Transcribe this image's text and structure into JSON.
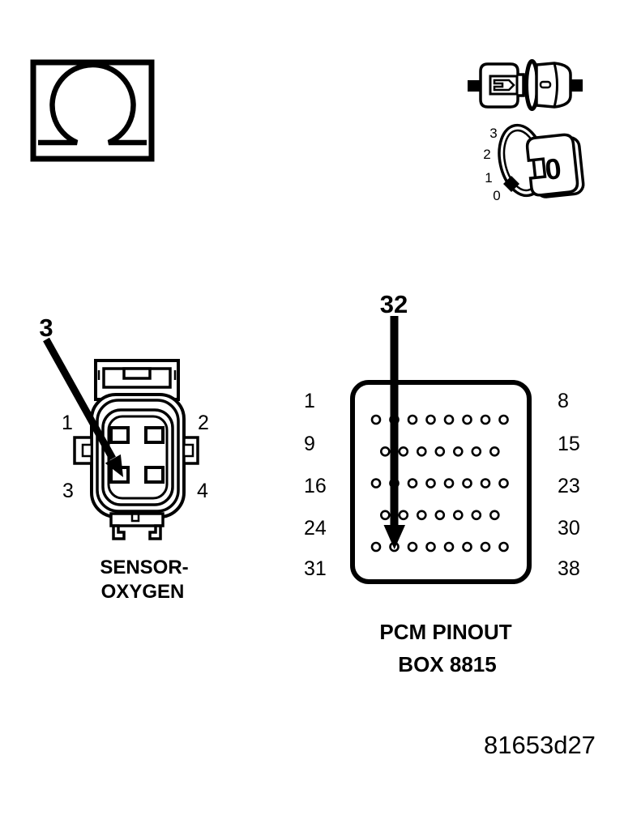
{
  "colors": {
    "ink": "#000000",
    "paper": "#ffffff"
  },
  "multimeter_symbol": {
    "icon": "ohm-resistance-symbol"
  },
  "probe_connector_icon": {
    "icon": "mating-connector-pair"
  },
  "meter_dial": {
    "icon": "meter-range-dial",
    "scale_labels": [
      "3",
      "2",
      "1",
      "0"
    ],
    "knob_label": "0"
  },
  "oxygen_connector": {
    "callout_label": "3",
    "pin_labels": [
      "1",
      "2",
      "3",
      "4"
    ],
    "caption": [
      "SENSOR-",
      "OXYGEN"
    ]
  },
  "pcm": {
    "callout_label": "32",
    "pin_rows": [
      8,
      7,
      8,
      7,
      8
    ],
    "row_labels_left": [
      "1",
      "9",
      "16",
      "24",
      "31"
    ],
    "row_labels_right": [
      "8",
      "15",
      "23",
      "30",
      "38"
    ],
    "caption": [
      "PCM PINOUT",
      "BOX 8815"
    ]
  },
  "figure_code": "81653d27"
}
